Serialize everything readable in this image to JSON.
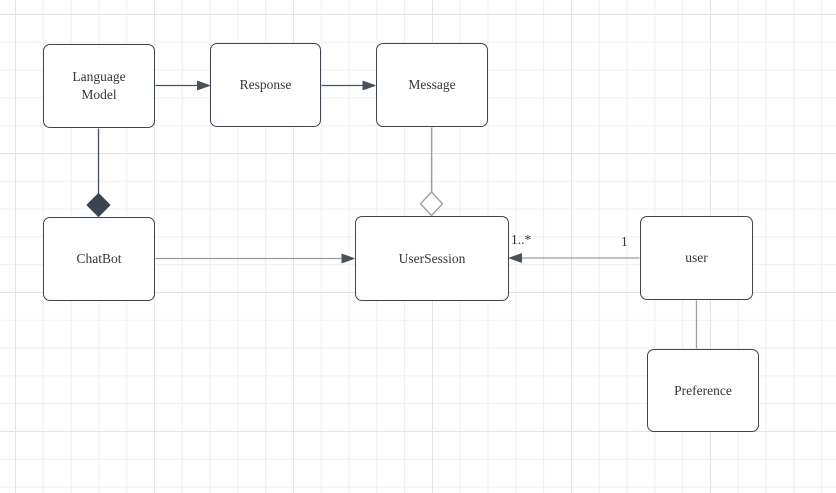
{
  "diagram": {
    "nodes": {
      "language_model": {
        "label": "Language Model"
      },
      "response": {
        "label": "Response"
      },
      "message": {
        "label": "Message"
      },
      "chatbot": {
        "label": "ChatBot"
      },
      "user_session": {
        "label": "UserSession"
      },
      "user": {
        "label": "user"
      },
      "preference": {
        "label": "Preference"
      }
    },
    "edges": {
      "user_to_user_session": {
        "target_multiplicity": "1..*",
        "source_multiplicity": "1"
      }
    },
    "colors": {
      "canvas_bg": "#ffffff",
      "grid_minor": "#f0f0f0",
      "grid_major": "#e3e3e3",
      "node_fill": "#ffffff",
      "node_border": "#3b4552",
      "text": "#32383f",
      "dark_edge": "#48525d",
      "gray_edge": "#9a9da1"
    }
  }
}
